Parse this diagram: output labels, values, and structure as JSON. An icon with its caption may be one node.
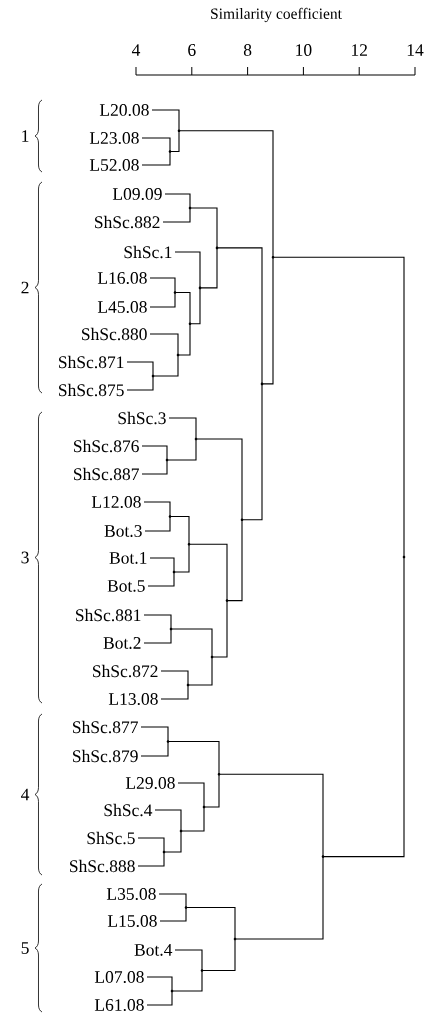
{
  "diagram": {
    "nodes": [
      {
        "text": [
          "L20.08"
        ]
      },
      {
        "text": [
          "L23.08"
        ]
      },
      {
        "text": [
          "L52.08"
        ]
      },
      {
        "text": [
          "L09.09"
        ]
      },
      {
        "text": [
          "ShSc.882"
        ]
      },
      {
        "text": [
          "ShSc.1"
        ]
      },
      {
        "text": [
          "L16.08"
        ]
      },
      {
        "text": [
          "L45.08"
        ]
      },
      {
        "text": [
          "ShSc.880"
        ]
      },
      {
        "text": [
          "ShSc.871"
        ]
      },
      {
        "text": [
          "ShSc.875"
        ]
      },
      {
        "text": [
          "ShSc.3"
        ]
      },
      {
        "text": [
          "ShSc.876"
        ]
      },
      {
        "text": [
          "ShSc.887"
        ]
      },
      {
        "text": [
          "L12.08"
        ]
      },
      {
        "text": [
          "Bot.3"
        ]
      },
      {
        "text": [
          "Bot.1"
        ]
      },
      {
        "text": [
          "Bot.5"
        ]
      },
      {
        "text": [
          "ShSc.881"
        ]
      },
      {
        "text": [
          "Bot.2"
        ]
      },
      {
        "text": [
          "ShSc.872"
        ]
      },
      {
        "text": [
          "L13.08"
        ]
      },
      {
        "text": [
          "ShSc.877"
        ]
      },
      {
        "text": [
          "ShSc.879"
        ]
      },
      {
        "text": [
          "L29.08"
        ]
      },
      {
        "text": [
          "ShSc.4"
        ]
      },
      {
        "text": [
          "ShSc.5"
        ]
      },
      {
        "text": [
          "ShSc.888"
        ]
      },
      {
        "text": [
          "L35.08"
        ]
      },
      {
        "text": [
          "L15.08"
        ]
      },
      {
        "text": [
          "Bot.4"
        ]
      },
      {
        "text": [
          "L07.08"
        ]
      },
      {
        "text": [
          "L61.08"
        ]
      },
      {
        "text": [],
        "shape": "point"
      },
      {
        "text": [],
        "shape": "point"
      },
      {
        "text": [],
        "shape": "point"
      },
      {
        "text": [],
        "shape": "point"
      },
      {
        "text": [],
        "shape": "point"
      },
      {
        "text": [],
        "shape": "point"
      },
      {
        "text": [],
        "shape": "point"
      },
      {
        "text": [],
        "shape": "point"
      },
      {
        "text": [],
        "shape": "point"
      },
      {
        "text": [],
        "shape": "point"
      },
      {
        "text": [],
        "shape": "point"
      },
      {
        "text": [],
        "shape": "point"
      },
      {
        "text": [],
        "shape": "point"
      },
      {
        "text": [],
        "shape": "point"
      },
      {
        "text": [],
        "shape": "point"
      },
      {
        "text": [],
        "shape": "point"
      },
      {
        "text": [],
        "shape": "point"
      },
      {
        "text": [],
        "shape": "point"
      },
      {
        "text": [],
        "shape": "point"
      },
      {
        "text": [],
        "shape": "point"
      },
      {
        "text": [],
        "shape": "point"
      },
      {
        "text": [],
        "shape": "point"
      },
      {
        "text": [],
        "shape": "point"
      },
      {
        "text": [],
        "shape": "point"
      },
      {
        "text": [],
        "shape": "point"
      },
      {
        "text": [],
        "shape": "point"
      },
      {
        "text": [],
        "shape": "point"
      },
      {
        "text": [],
        "shape": "point"
      },
      {
        "text": [],
        "shape": "point"
      },
      {
        "text": [],
        "shape": "point"
      },
      {
        "text": [],
        "shape": "point"
      },
      {
        "text": [],
        "shape": "point"
      }
    ],
    "edges": [
      {
        "from": 1,
        "to": 33,
        "arrow": "none"
      },
      {
        "from": 2,
        "to": 33,
        "arrow": "none"
      },
      {
        "from": 0,
        "to": 34,
        "arrow": "none"
      },
      {
        "from": 33,
        "to": 34,
        "arrow": "none"
      },
      {
        "from": 3,
        "to": 35,
        "arrow": "none"
      },
      {
        "from": 4,
        "to": 35,
        "arrow": "none"
      },
      {
        "from": 9,
        "to": 36,
        "arrow": "none"
      },
      {
        "from": 10,
        "to": 36,
        "arrow": "none"
      },
      {
        "from": 8,
        "to": 37,
        "arrow": "none"
      },
      {
        "from": 36,
        "to": 37,
        "arrow": "none"
      },
      {
        "from": 6,
        "to": 38,
        "arrow": "none"
      },
      {
        "from": 7,
        "to": 38,
        "arrow": "none"
      },
      {
        "from": 38,
        "to": 39,
        "arrow": "none"
      },
      {
        "from": 37,
        "to": 39,
        "arrow": "none"
      },
      {
        "from": 5,
        "to": 40,
        "arrow": "none"
      },
      {
        "from": 39,
        "to": 40,
        "arrow": "none"
      },
      {
        "from": 35,
        "to": 41,
        "arrow": "none"
      },
      {
        "from": 40,
        "to": 41,
        "arrow": "none"
      },
      {
        "from": 12,
        "to": 42,
        "arrow": "none"
      },
      {
        "from": 13,
        "to": 42,
        "arrow": "none"
      },
      {
        "from": 11,
        "to": 43,
        "arrow": "none"
      },
      {
        "from": 42,
        "to": 43,
        "arrow": "none"
      },
      {
        "from": 14,
        "to": 44,
        "arrow": "none"
      },
      {
        "from": 15,
        "to": 44,
        "arrow": "none"
      },
      {
        "from": 16,
        "to": 45,
        "arrow": "none"
      },
      {
        "from": 17,
        "to": 45,
        "arrow": "none"
      },
      {
        "from": 44,
        "to": 46,
        "arrow": "none"
      },
      {
        "from": 45,
        "to": 46,
        "arrow": "none"
      },
      {
        "from": 18,
        "to": 47,
        "arrow": "none"
      },
      {
        "from": 19,
        "to": 47,
        "arrow": "none"
      },
      {
        "from": 20,
        "to": 48,
        "arrow": "none"
      },
      {
        "from": 21,
        "to": 48,
        "arrow": "none"
      },
      {
        "from": 47,
        "to": 49,
        "arrow": "none"
      },
      {
        "from": 48,
        "to": 49,
        "arrow": "none"
      },
      {
        "from": 46,
        "to": 50,
        "arrow": "none"
      },
      {
        "from": 49,
        "to": 50,
        "arrow": "none"
      },
      {
        "from": 43,
        "to": 51,
        "arrow": "none"
      },
      {
        "from": 50,
        "to": 51,
        "arrow": "none"
      },
      {
        "from": 41,
        "to": 52,
        "arrow": "none"
      },
      {
        "from": 51,
        "to": 52,
        "arrow": "none"
      },
      {
        "from": 34,
        "to": 53,
        "arrow": "none"
      },
      {
        "from": 52,
        "to": 53,
        "arrow": "none"
      },
      {
        "from": 22,
        "to": 54,
        "arrow": "none"
      },
      {
        "from": 23,
        "to": 54,
        "arrow": "none"
      },
      {
        "from": 26,
        "to": 55,
        "arrow": "none"
      },
      {
        "from": 27,
        "to": 55,
        "arrow": "none"
      },
      {
        "from": 25,
        "to": 56,
        "arrow": "none"
      },
      {
        "from": 55,
        "to": 56,
        "arrow": "none"
      },
      {
        "from": 24,
        "to": 57,
        "arrow": "none"
      },
      {
        "from": 56,
        "to": 57,
        "arrow": "none"
      },
      {
        "from": 54,
        "to": 58,
        "arrow": "none"
      },
      {
        "from": 57,
        "to": 58,
        "arrow": "none"
      },
      {
        "from": 28,
        "to": 59,
        "arrow": "none"
      },
      {
        "from": 29,
        "to": 59,
        "arrow": "none"
      },
      {
        "from": 31,
        "to": 60,
        "arrow": "none"
      },
      {
        "from": 32,
        "to": 60,
        "arrow": "none"
      },
      {
        "from": 30,
        "to": 61,
        "arrow": "none"
      },
      {
        "from": 60,
        "to": 61,
        "arrow": "none"
      },
      {
        "from": 59,
        "to": 62,
        "arrow": "none"
      },
      {
        "from": 61,
        "to": 62,
        "arrow": "none"
      },
      {
        "from": 58,
        "to": 63,
        "arrow": "none"
      },
      {
        "from": 62,
        "to": 63,
        "arrow": "none"
      },
      {
        "from": 53,
        "to": 64,
        "arrow": "none"
      },
      {
        "from": 63,
        "to": 64,
        "arrow": "none"
      }
    ],
    "labels": [
      "Similarity coefficient",
      "4",
      "6",
      "8",
      "10",
      "12",
      "14",
      "1",
      "2",
      "3",
      "4",
      "5"
    ]
  }
}
